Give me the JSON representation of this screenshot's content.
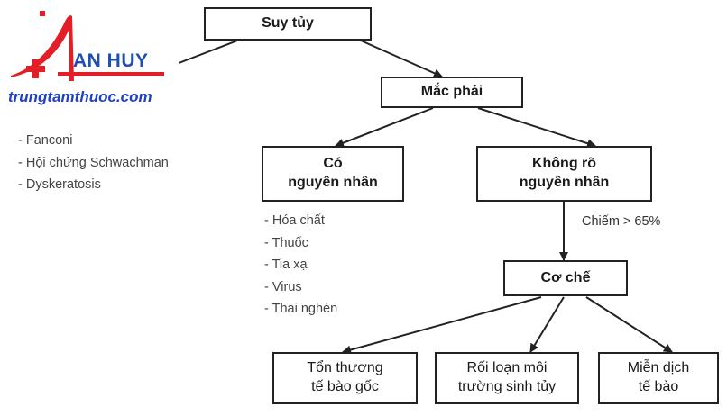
{
  "logo": {
    "brand": "AN HUY",
    "site": "trungtamthuoc.com",
    "colors": {
      "red": "#e41e26",
      "blue": "#1f4fb0"
    }
  },
  "nodes": {
    "root": {
      "lines": [
        "Suy tủy"
      ]
    },
    "acquired": {
      "lines": [
        "Mắc phải"
      ]
    },
    "known_cause": {
      "lines": [
        "Có",
        "nguyên nhân"
      ]
    },
    "unknown_cause": {
      "lines": [
        "Không rõ",
        "nguyên nhân"
      ]
    },
    "mechanism": {
      "lines": [
        "Cơ chế"
      ]
    },
    "stem_cell": {
      "lines": [
        "Tổn thương",
        "tế bào gốc"
      ]
    },
    "marrow_env": {
      "lines": [
        "Rối loạn môi",
        "trường sinh tủy"
      ]
    },
    "immune": {
      "lines": [
        "Miễn dịch",
        "tế bào"
      ]
    }
  },
  "inherited_list": [
    "- Fanconi",
    "- Hội chứng Schwachman",
    "- Dyskeratosis"
  ],
  "cause_list": [
    "- Hóa chất",
    "- Thuốc",
    "- Tia xạ",
    "- Virus",
    "- Thai nghén"
  ],
  "edge_note": "Chiếm > 65%"
}
